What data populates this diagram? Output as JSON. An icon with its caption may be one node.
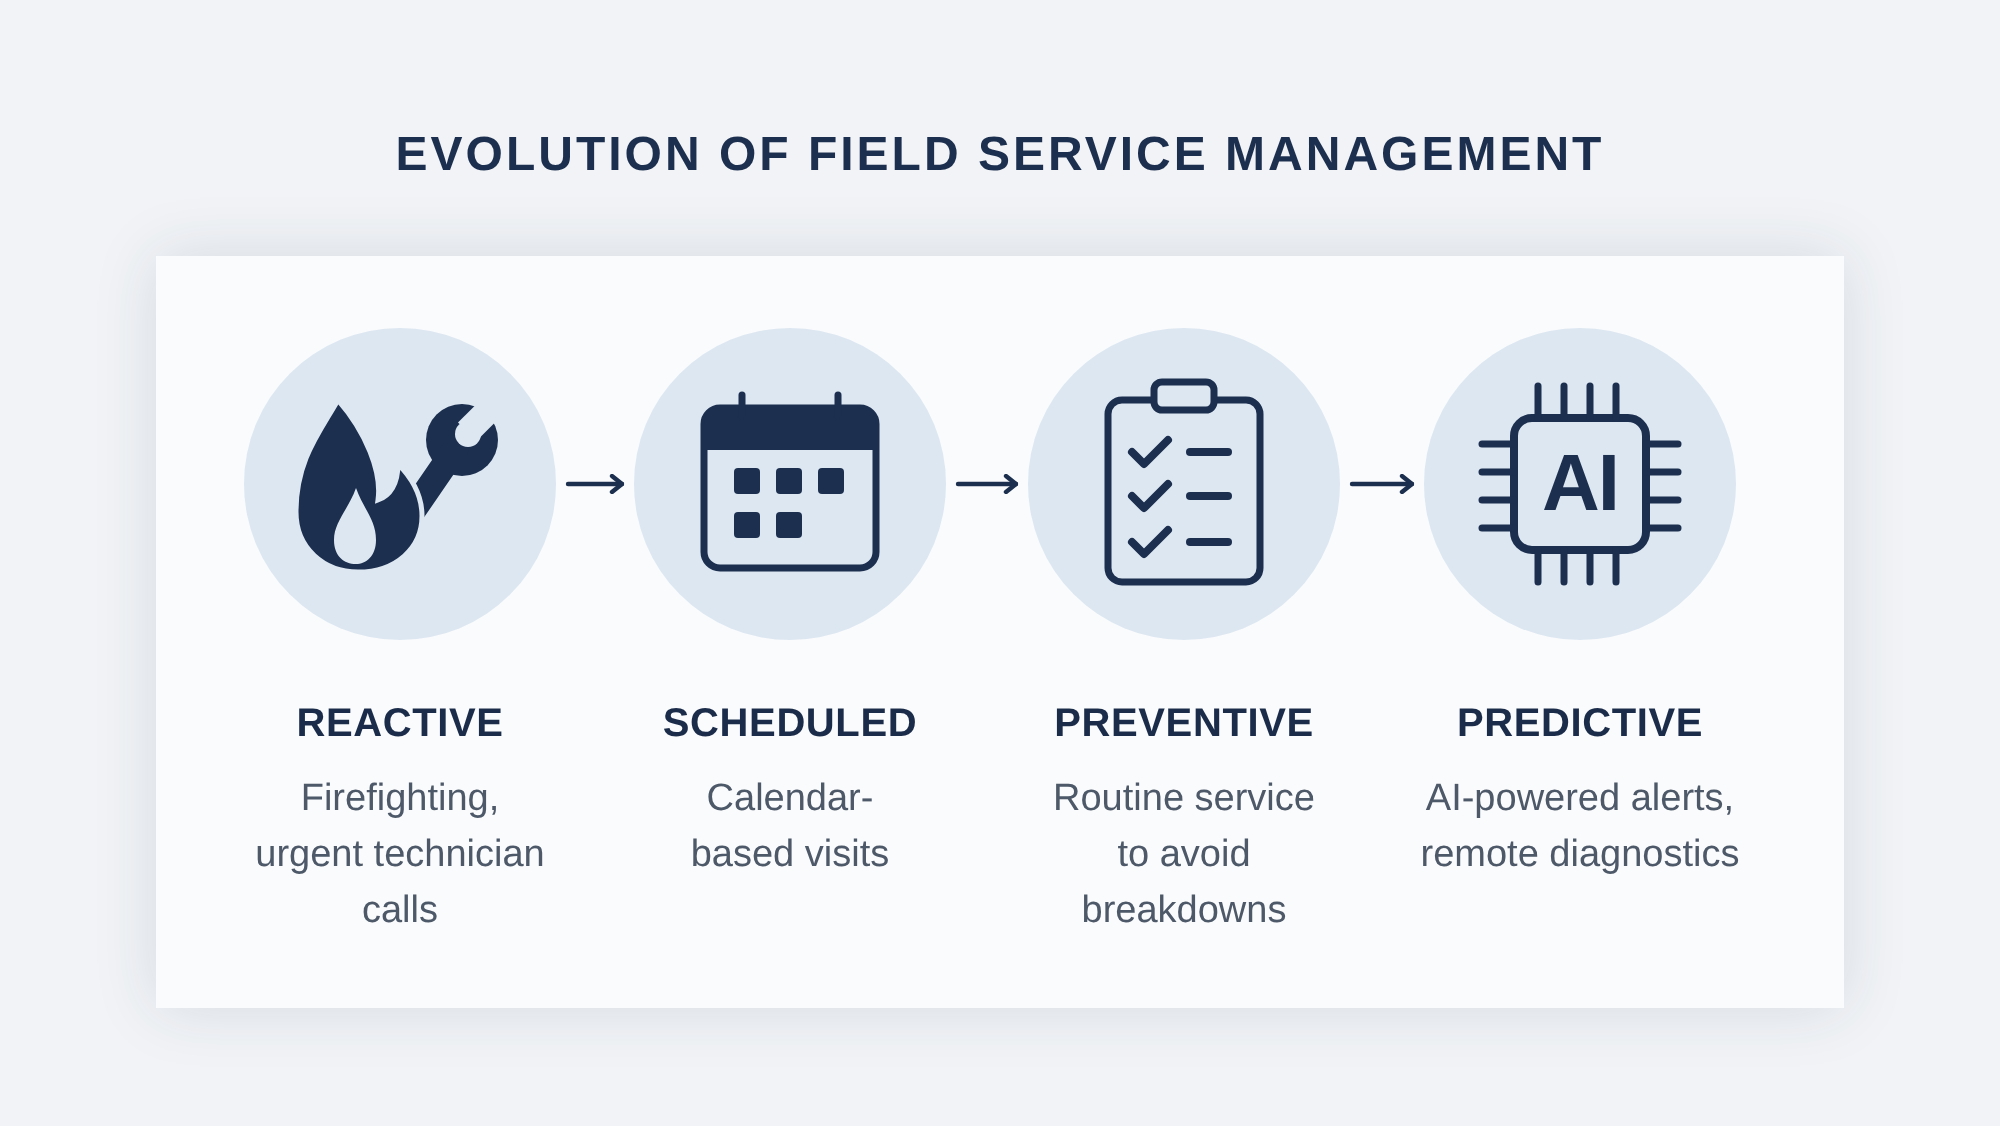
{
  "diagram": {
    "title": "EVOLUTION OF FIELD SERVICE MANAGEMENT",
    "nodes": [
      {
        "text": [
          "REACTIVE",
          "Firefighting, urgent technician calls"
        ]
      },
      {
        "text": [
          "SCHEDULED",
          "Calendar-based visits"
        ]
      },
      {
        "text": [
          "PREVENTIVE",
          "Routine service to avoid breakdowns"
        ]
      },
      {
        "text": [
          "PREDICTIVE",
          "AI-powered alerts, remote diagnostics"
        ]
      }
    ],
    "edges": [
      {
        "from": 0,
        "to": 1,
        "arrow": "to"
      },
      {
        "from": 1,
        "to": 2,
        "arrow": "to"
      },
      {
        "from": 2,
        "to": 3,
        "arrow": "to"
      }
    ],
    "labels": [
      "AI"
    ]
  }
}
